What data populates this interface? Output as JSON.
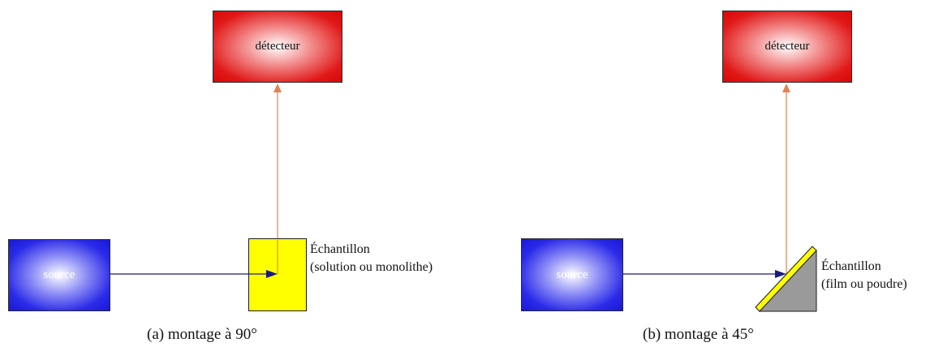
{
  "colors": {
    "source": "#1818d8",
    "detector": "#d80808",
    "sample": "#ffff00",
    "excitation_beam": "#1a1a80",
    "emission_beam": "#e58050",
    "sample_holder": "#9a9a9a"
  },
  "panels": [
    {
      "caption": "(a) montage à 90°",
      "source_label": "source",
      "detector_label": "détecteur",
      "sample_label_line1": "Échantillon",
      "sample_label_line2": "(solution ou monolithe)"
    },
    {
      "caption": "(b) montage à 45°",
      "source_label": "source",
      "detector_label": "détecteur",
      "sample_label_line1": "Échantillon",
      "sample_label_line2": "(film ou poudre)"
    }
  ]
}
